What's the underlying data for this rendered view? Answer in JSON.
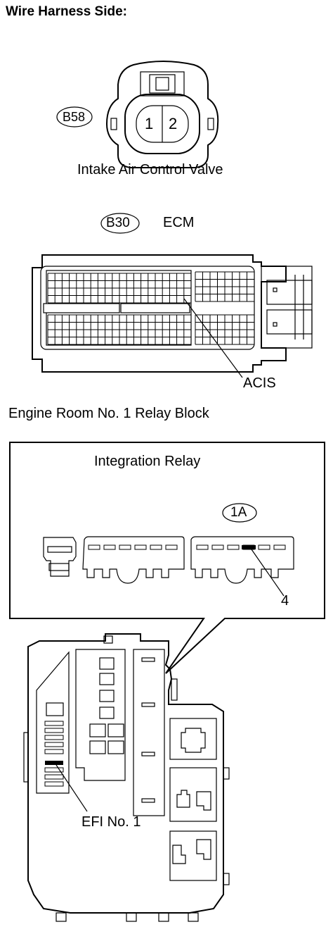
{
  "header": {
    "title": "Wire Harness Side:"
  },
  "connector_b58": {
    "code": "B58",
    "pin1": "1",
    "pin2": "2",
    "caption": "Intake Air Control Valve"
  },
  "connector_b30": {
    "code": "B30",
    "name": "ECM",
    "terminal_label": "ACIS"
  },
  "relay_block": {
    "title": "Engine Room No. 1 Relay Block",
    "relay_title": "Integration Relay",
    "connector_code": "1A",
    "terminal": "4",
    "fuse_label": "EFI No. 1"
  }
}
